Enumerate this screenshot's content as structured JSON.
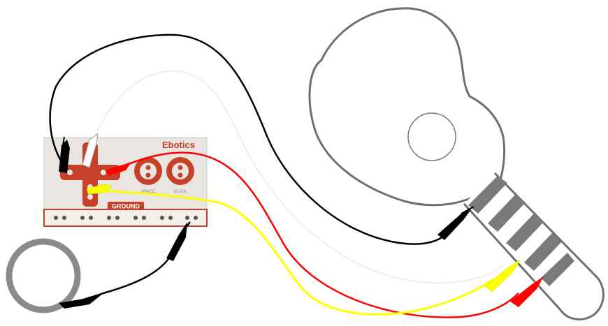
{
  "board": {
    "brand": "Ebotics",
    "space_label": "SPACE",
    "click_label": "CLICK",
    "ground_label": "GROUND",
    "color": "#c6412a",
    "surface": "#e9e5e0"
  },
  "guitar": {
    "outline_color": "#6f6f6f",
    "fret_color": "#7a7a7a"
  },
  "ring": {
    "color": "#8a8a8a"
  },
  "wires": [
    {
      "name": "black-wire",
      "color": "#000000"
    },
    {
      "name": "white-wire",
      "color": "#ffffff"
    },
    {
      "name": "red-wire",
      "color": "#ff0000"
    },
    {
      "name": "yellow-wire",
      "color": "#ffff00"
    },
    {
      "name": "ground-wire",
      "color": "#000000"
    }
  ]
}
